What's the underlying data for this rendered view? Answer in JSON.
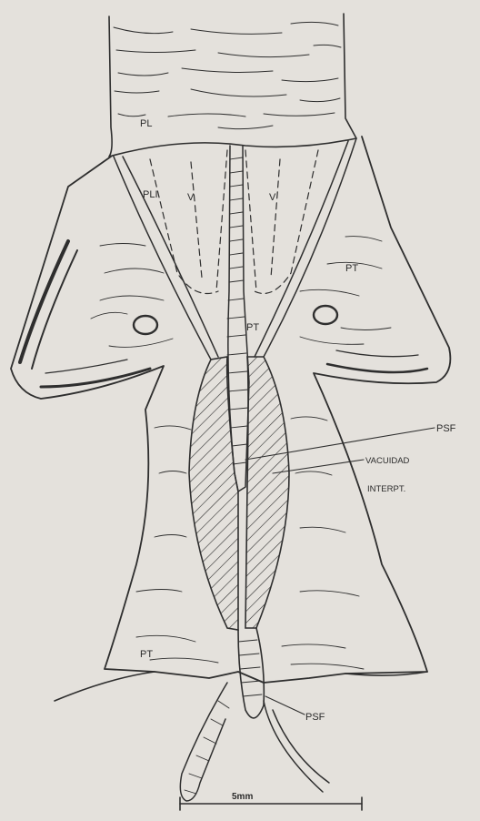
{
  "labels": {
    "pl": "PL",
    "pli": "PLI",
    "v_left": "V",
    "v_right": "V",
    "pt_right": "PT",
    "pt_center": "PT",
    "pt_lower": "PT",
    "psf_upper": "PSF",
    "psf_lower": "PSF",
    "vacuidad": "VACUIDAD",
    "interpt": "INTERPT."
  },
  "scale_bar": {
    "label": "5mm"
  },
  "colors": {
    "background": "#e4e1dc",
    "ink": "#2e2e2e"
  }
}
